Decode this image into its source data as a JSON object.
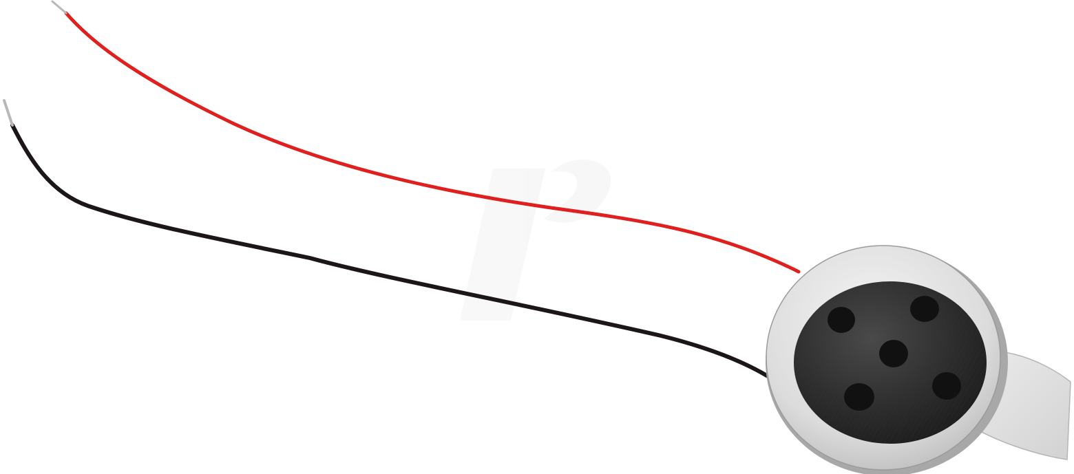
{
  "scene": {
    "subject": "miniature-speaker-with-lead-wires",
    "background_color": "#ffffff",
    "colors": {
      "red_wire": "#e0201e",
      "black_wire": "#1c1716",
      "wire_tip": "#b8b8b8",
      "speaker_rim": "#dcdcdc",
      "speaker_rim_edge": "#9a9a9a",
      "speaker_mesh": "#2e2e2e",
      "speaker_holes": "#111111",
      "tab": "#e6e6e6",
      "watermark": "#f3f3f3"
    },
    "watermark": {
      "type": "logo",
      "depicted": "stylized-letter-r-logo"
    },
    "speaker": {
      "hole_count": 5
    }
  }
}
